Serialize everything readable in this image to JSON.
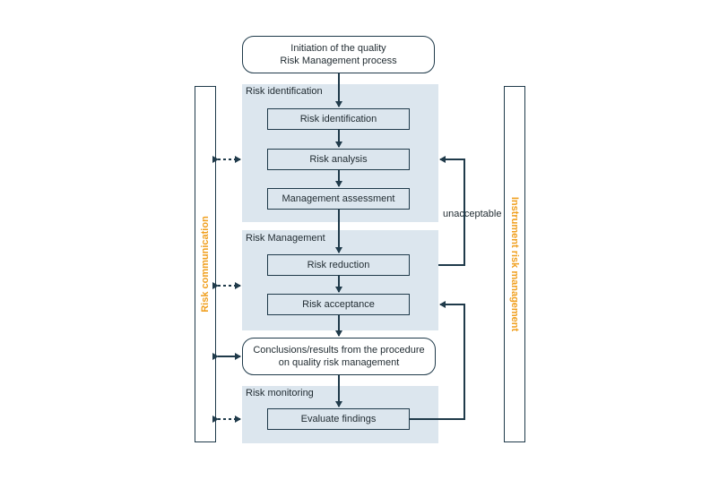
{
  "diagram": {
    "start": {
      "line1": "Initiation of the quality",
      "line2": "Risk Management process"
    },
    "sections": {
      "identification": {
        "title": "Risk identification",
        "steps": [
          "Risk identification",
          "Risk analysis",
          "Management assessment"
        ]
      },
      "management": {
        "title": "Risk Management",
        "steps": [
          "Risk reduction",
          "Risk acceptance"
        ]
      },
      "monitoring": {
        "title": "Risk monitoring",
        "steps": [
          "Evaluate findings"
        ]
      }
    },
    "conclusions": {
      "line1": "Conclusions/results from the procedure",
      "line2": "on quality risk management"
    },
    "feedback_label": "unacceptable",
    "left_sidebar": "Risk communication",
    "right_sidebar": "Instrument risk management",
    "colors": {
      "panel": "#dce6ee",
      "line": "#1f3a4a",
      "accent": "#f0a020"
    }
  }
}
